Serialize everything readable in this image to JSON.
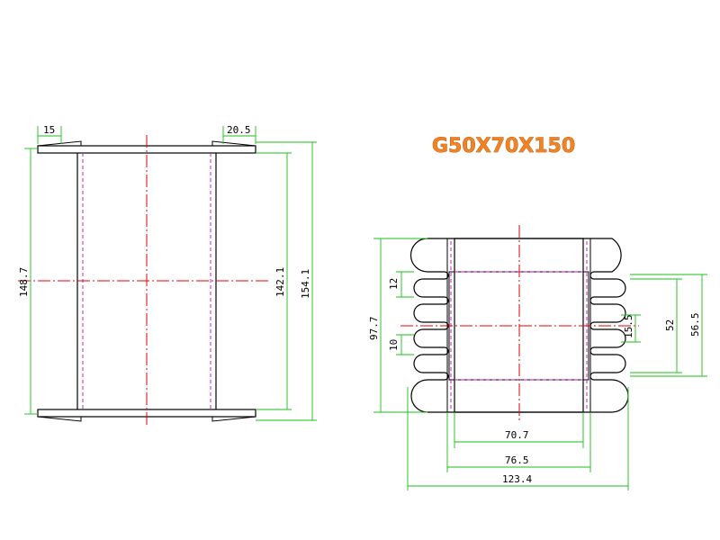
{
  "title": "G50X70X150",
  "side_view": {
    "dims": {
      "left_flange": "15",
      "right_flange": "20.5",
      "height_outer_left": "148.7",
      "height_inner": "142.1",
      "height_total": "154.1"
    }
  },
  "top_view": {
    "dims": {
      "slot_width": "12",
      "slot_gap": "10",
      "height_total": "97.7",
      "slot_pitch": "15.5",
      "window_height": "52",
      "window_outer": "56.5",
      "inner_width": "70.7",
      "outer_width": "76.5",
      "overall_width": "123.4"
    }
  },
  "colors": {
    "outline": "#000000",
    "dimension": "#19c019",
    "centerline": "#e60000",
    "hidden": "#d000d0",
    "title": "#f5821f"
  }
}
